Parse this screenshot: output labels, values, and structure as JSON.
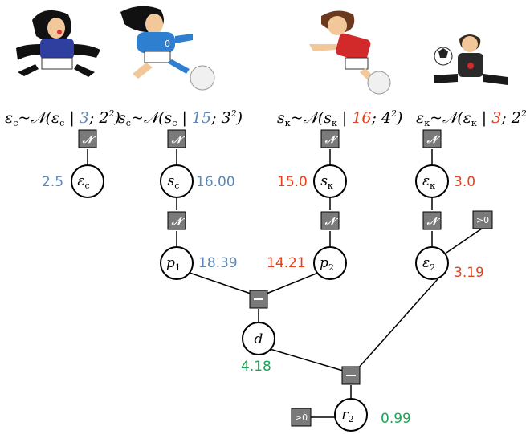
{
  "colors": {
    "blue": "#5b87b9",
    "red": "#e8401c",
    "green": "#1aa655",
    "factor_fill": "#7a7a7a",
    "node_stroke": "#000000"
  },
  "players": [
    {
      "id": "eps_c",
      "figure": "goalkeeper-blue",
      "dist": {
        "lhs": "ε",
        "lhs_sub": "с",
        "var": "ε",
        "var_sub": "с",
        "mean": "3",
        "var_power": "2",
        "base": "2"
      }
    },
    {
      "id": "s_c",
      "figure": "striker-blue",
      "dist": {
        "lhs": "s",
        "lhs_sub": "с",
        "var": "s",
        "var_sub": "с",
        "mean": "15",
        "var_power": "2",
        "base": "3"
      }
    },
    {
      "id": "s_k",
      "figure": "striker-red",
      "dist": {
        "lhs": "s",
        "lhs_sub": "к",
        "var": "s",
        "var_sub": "к",
        "mean": "16",
        "var_power": "2",
        "base": "4"
      }
    },
    {
      "id": "eps_k",
      "figure": "goalkeeper-red",
      "dist": {
        "lhs": "ε",
        "lhs_sub": "к",
        "var": "ε",
        "var_sub": "к",
        "mean": "3",
        "var_power": "2",
        "base": "2"
      }
    }
  ],
  "dist_symbol": "𝒩",
  "tilde": "~",
  "nodes": {
    "eps_c": {
      "label": "ε",
      "sub": "с",
      "value": "2.5"
    },
    "s_c": {
      "label": "s",
      "sub": "с",
      "value": "16.00"
    },
    "s_k": {
      "label": "s",
      "sub": "к",
      "value": "15.0"
    },
    "eps_k": {
      "label": "ε",
      "sub": "к",
      "value": "3.0"
    },
    "p1": {
      "label": "p",
      "sub": "1",
      "value": "18.39"
    },
    "p2": {
      "label": "p",
      "sub": "2",
      "value": "14.21"
    },
    "eps2": {
      "label": "ε",
      "sub": "2",
      "value": "3.19"
    },
    "d": {
      "label": "d",
      "sub": "",
      "value": "4.18"
    },
    "r2": {
      "label": "r",
      "sub": "2",
      "value": "0.99"
    }
  },
  "factors": {
    "normal": "𝒩",
    "minus": "−",
    "gt_zero": ">0"
  }
}
